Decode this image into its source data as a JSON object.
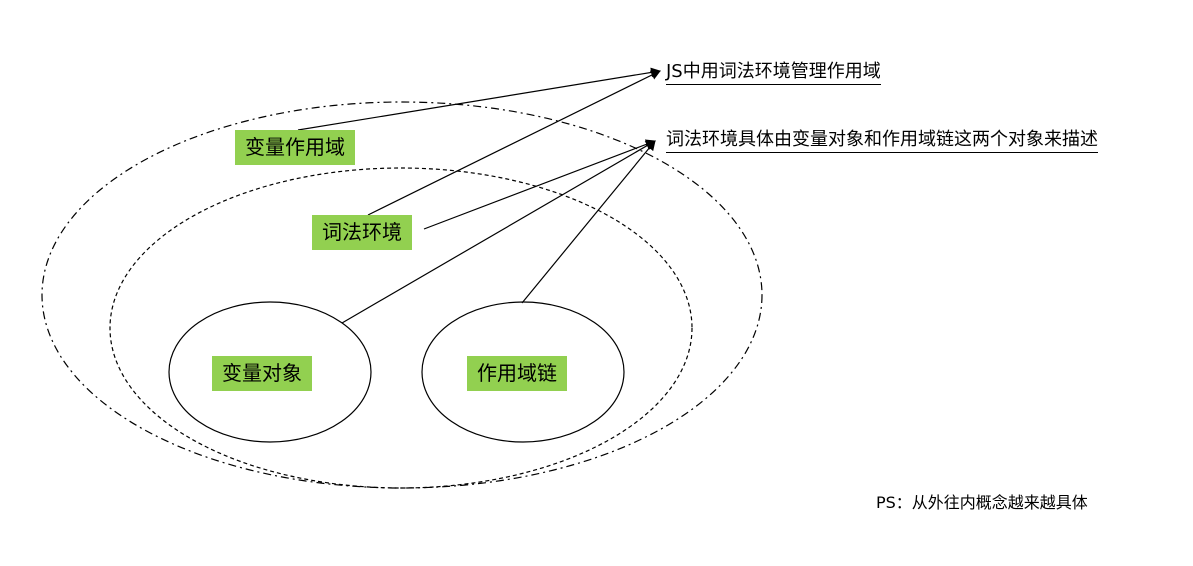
{
  "labels": {
    "variable_scope": "变量作用域",
    "lexical_environment": "词法环境",
    "variable_object": "变量对象",
    "scope_chain": "作用域链"
  },
  "notes": {
    "note1": "JS中用词法环境管理作用域",
    "note2": "词法环境具体由变量对象和作用域链这两个对象来描述"
  },
  "ps": "PS：从外往内概念越来越具体",
  "colors": {
    "label_fill": "#92d050",
    "stroke": "#000000",
    "background": "#ffffff"
  }
}
